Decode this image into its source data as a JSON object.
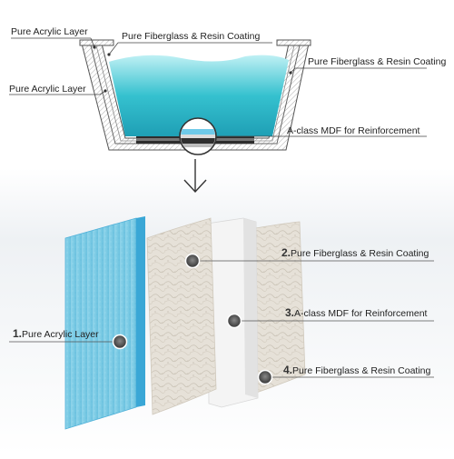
{
  "top_labels": {
    "acrylic_top": "Pure Acrylic Layer",
    "fiberglass_top": "Pure Fiberglass & Resin Coating",
    "acrylic_left": "Pure Acrylic Layer",
    "fiberglass_right": "Pure Fiberglass & Resin Coating",
    "mdf_right": "A-class MDF for Reinforcement"
  },
  "layers": [
    {
      "number": "1.",
      "label": "Pure Acrylic Layer"
    },
    {
      "number": "2.",
      "label": "Pure Fiberglass & Resin Coating"
    },
    {
      "number": "3.",
      "label": "A-class MDF for Reinforcement"
    },
    {
      "number": "4.",
      "label": "Pure Fiberglass & Resin Coating"
    }
  ],
  "colors": {
    "acrylic": "#7ecde6",
    "acrylic_edge": "#3aa7d6",
    "fiberglass": "#e6e1d8",
    "mdf": "#f4f4f4",
    "water": "#35c1cf",
    "bottom_bg": "#eef1f4"
  }
}
